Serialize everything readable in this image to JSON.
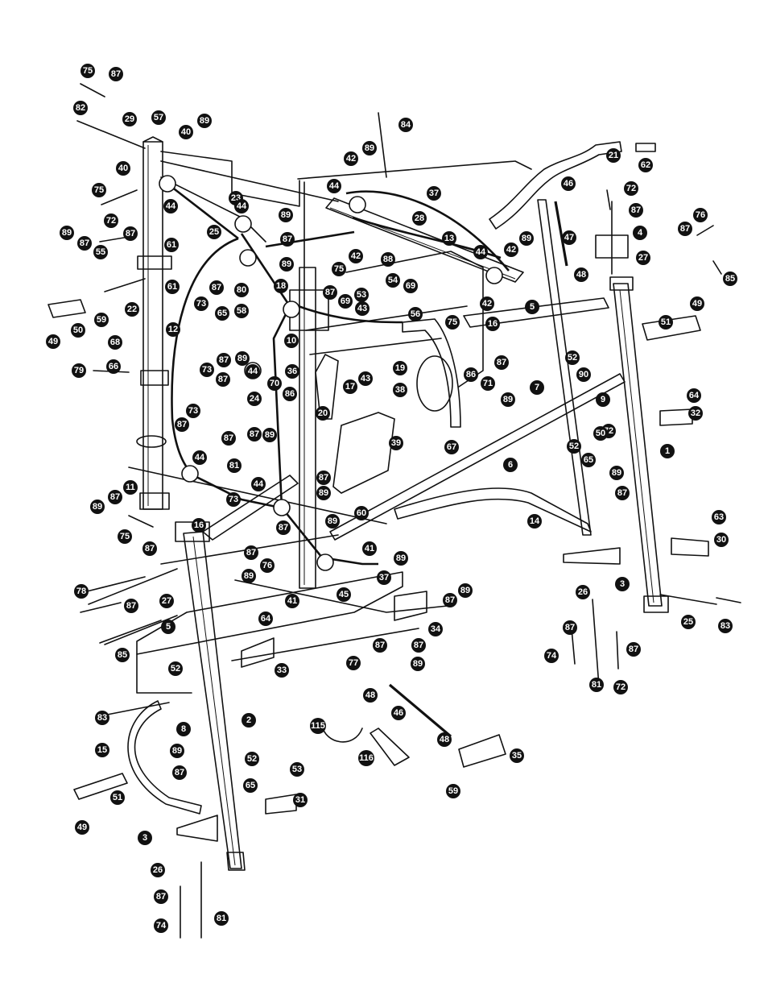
{
  "diagram": {
    "type": "exploded parts diagram",
    "callouts": [
      {
        "label": "75"
      },
      {
        "label": "87"
      },
      {
        "label": "82"
      },
      {
        "label": "29"
      },
      {
        "label": "57"
      },
      {
        "label": "40"
      },
      {
        "label": "89"
      },
      {
        "label": "44"
      },
      {
        "label": "40"
      },
      {
        "label": "75"
      },
      {
        "label": "72"
      },
      {
        "label": "87"
      },
      {
        "label": "89"
      },
      {
        "label": "87"
      },
      {
        "label": "55"
      },
      {
        "label": "61"
      },
      {
        "label": "61"
      },
      {
        "label": "22"
      },
      {
        "label": "12"
      },
      {
        "label": "59"
      },
      {
        "label": "50"
      },
      {
        "label": "49"
      },
      {
        "label": "68"
      },
      {
        "label": "66"
      },
      {
        "label": "79"
      },
      {
        "label": "84"
      },
      {
        "label": "89"
      },
      {
        "label": "42"
      },
      {
        "label": "44"
      },
      {
        "label": "37"
      },
      {
        "label": "28"
      },
      {
        "label": "13"
      },
      {
        "label": "44"
      },
      {
        "label": "42"
      },
      {
        "label": "89"
      },
      {
        "label": "21"
      },
      {
        "label": "62"
      },
      {
        "label": "46"
      },
      {
        "label": "47"
      },
      {
        "label": "48"
      },
      {
        "label": "72"
      },
      {
        "label": "87"
      },
      {
        "label": "4"
      },
      {
        "label": "76"
      },
      {
        "label": "87"
      },
      {
        "label": "85"
      },
      {
        "label": "27"
      },
      {
        "label": "23"
      },
      {
        "label": "44"
      },
      {
        "label": "89"
      },
      {
        "label": "87"
      },
      {
        "label": "25"
      },
      {
        "label": "89"
      },
      {
        "label": "42"
      },
      {
        "label": "75"
      },
      {
        "label": "88"
      },
      {
        "label": "54"
      },
      {
        "label": "53"
      },
      {
        "label": "69"
      },
      {
        "label": "87"
      },
      {
        "label": "69"
      },
      {
        "label": "43"
      },
      {
        "label": "56"
      },
      {
        "label": "75"
      },
      {
        "label": "42"
      },
      {
        "label": "5"
      },
      {
        "label": "16"
      },
      {
        "label": "49"
      },
      {
        "label": "51"
      },
      {
        "label": "73"
      },
      {
        "label": "87"
      },
      {
        "label": "80"
      },
      {
        "label": "18"
      },
      {
        "label": "58"
      },
      {
        "label": "65"
      },
      {
        "label": "10"
      },
      {
        "label": "87"
      },
      {
        "label": "73"
      },
      {
        "label": "44"
      },
      {
        "label": "36"
      },
      {
        "label": "87"
      },
      {
        "label": "89"
      },
      {
        "label": "43"
      },
      {
        "label": "19"
      },
      {
        "label": "87"
      },
      {
        "label": "52"
      },
      {
        "label": "86"
      },
      {
        "label": "71"
      },
      {
        "label": "90"
      },
      {
        "label": "89"
      },
      {
        "label": "7"
      },
      {
        "label": "9"
      },
      {
        "label": "17"
      },
      {
        "label": "38"
      },
      {
        "label": "72"
      },
      {
        "label": "24"
      },
      {
        "label": "70"
      },
      {
        "label": "86"
      },
      {
        "label": "20"
      },
      {
        "label": "64"
      },
      {
        "label": "32"
      },
      {
        "label": "87"
      },
      {
        "label": "73"
      },
      {
        "label": "87"
      },
      {
        "label": "87"
      },
      {
        "label": "89"
      },
      {
        "label": "50"
      },
      {
        "label": "52"
      },
      {
        "label": "39"
      },
      {
        "label": "67"
      },
      {
        "label": "6"
      },
      {
        "label": "65"
      },
      {
        "label": "1"
      },
      {
        "label": "11"
      },
      {
        "label": "44"
      },
      {
        "label": "81"
      },
      {
        "label": "89"
      },
      {
        "label": "87"
      },
      {
        "label": "87"
      },
      {
        "label": "89"
      },
      {
        "label": "44"
      },
      {
        "label": "87"
      },
      {
        "label": "89"
      },
      {
        "label": "73"
      },
      {
        "label": "60"
      },
      {
        "label": "89"
      },
      {
        "label": "87"
      },
      {
        "label": "63"
      },
      {
        "label": "14"
      },
      {
        "label": "30"
      },
      {
        "label": "75"
      },
      {
        "label": "87"
      },
      {
        "label": "16"
      },
      {
        "label": "87"
      },
      {
        "label": "89"
      },
      {
        "label": "41"
      },
      {
        "label": "89"
      },
      {
        "label": "37"
      },
      {
        "label": "3"
      },
      {
        "label": "76"
      },
      {
        "label": "41"
      },
      {
        "label": "45"
      },
      {
        "label": "89"
      },
      {
        "label": "87"
      },
      {
        "label": "78"
      },
      {
        "label": "87"
      },
      {
        "label": "27"
      },
      {
        "label": "26"
      },
      {
        "label": "25"
      },
      {
        "label": "83"
      },
      {
        "label": "5"
      },
      {
        "label": "64"
      },
      {
        "label": "34"
      },
      {
        "label": "87"
      },
      {
        "label": "85"
      },
      {
        "label": "87"
      },
      {
        "label": "89"
      },
      {
        "label": "77"
      },
      {
        "label": "87"
      },
      {
        "label": "74"
      },
      {
        "label": "87"
      },
      {
        "label": "33"
      },
      {
        "label": "52"
      },
      {
        "label": "81"
      },
      {
        "label": "72"
      },
      {
        "label": "48"
      },
      {
        "label": "46"
      },
      {
        "label": "83"
      },
      {
        "label": "2"
      },
      {
        "label": "8"
      },
      {
        "label": "115"
      },
      {
        "label": "116"
      },
      {
        "label": "48"
      },
      {
        "label": "35"
      },
      {
        "label": "15"
      },
      {
        "label": "89"
      },
      {
        "label": "52"
      },
      {
        "label": "87"
      },
      {
        "label": "53"
      },
      {
        "label": "65"
      },
      {
        "label": "59"
      },
      {
        "label": "51"
      },
      {
        "label": "31"
      },
      {
        "label": "49"
      },
      {
        "label": "3"
      },
      {
        "label": "26"
      },
      {
        "label": "87"
      },
      {
        "label": "74"
      },
      {
        "label": "81"
      }
    ]
  }
}
